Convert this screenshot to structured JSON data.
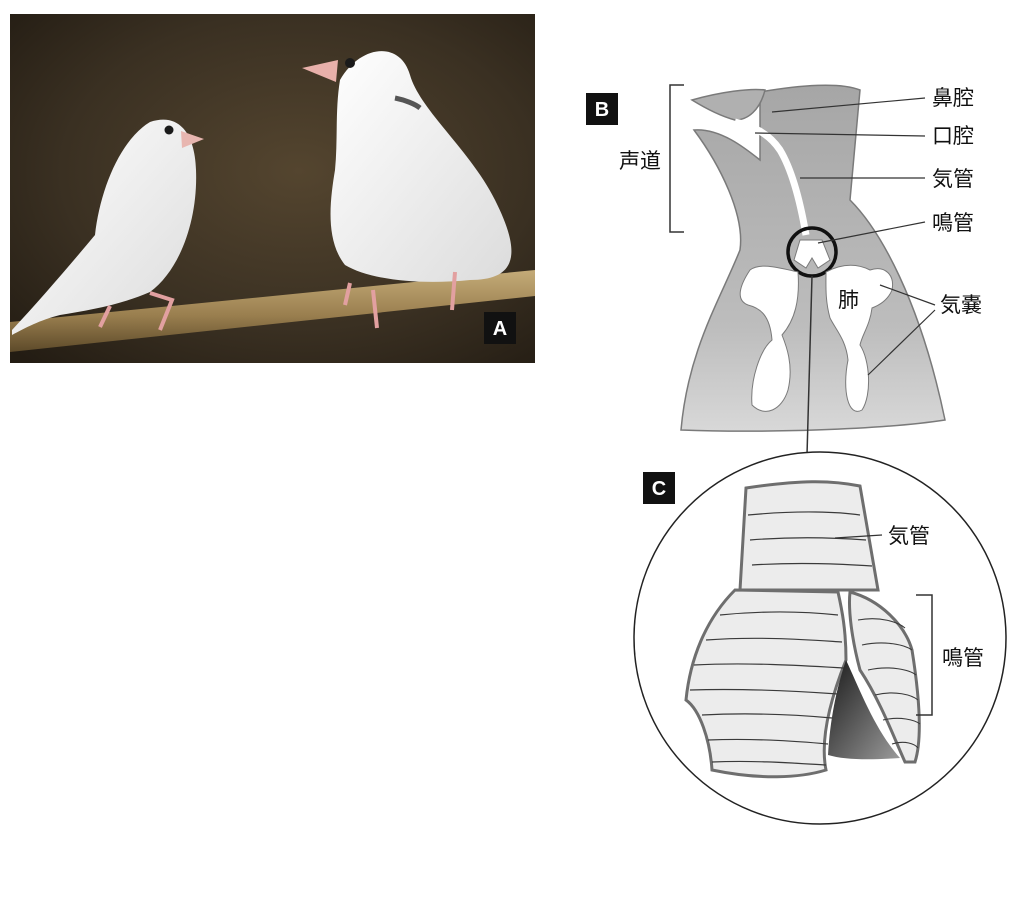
{
  "panels": {
    "a": {
      "letter": "A"
    },
    "b": {
      "letter": "B"
    },
    "c": {
      "letter": "C"
    }
  },
  "labels_b": {
    "vocal_tract": "声道",
    "nasal_cavity": "鼻腔",
    "oral_cavity": "口腔",
    "trachea": "気管",
    "syrinx": "鳴管",
    "lung": "肺",
    "air_sac": "気嚢"
  },
  "labels_c": {
    "trachea": "気管",
    "syrinx": "鳴管"
  },
  "colors": {
    "photo_background": "#3a3022",
    "body_gray": "#b9b9b9",
    "outline": "#7a7a7a",
    "label_box": "#111111"
  }
}
